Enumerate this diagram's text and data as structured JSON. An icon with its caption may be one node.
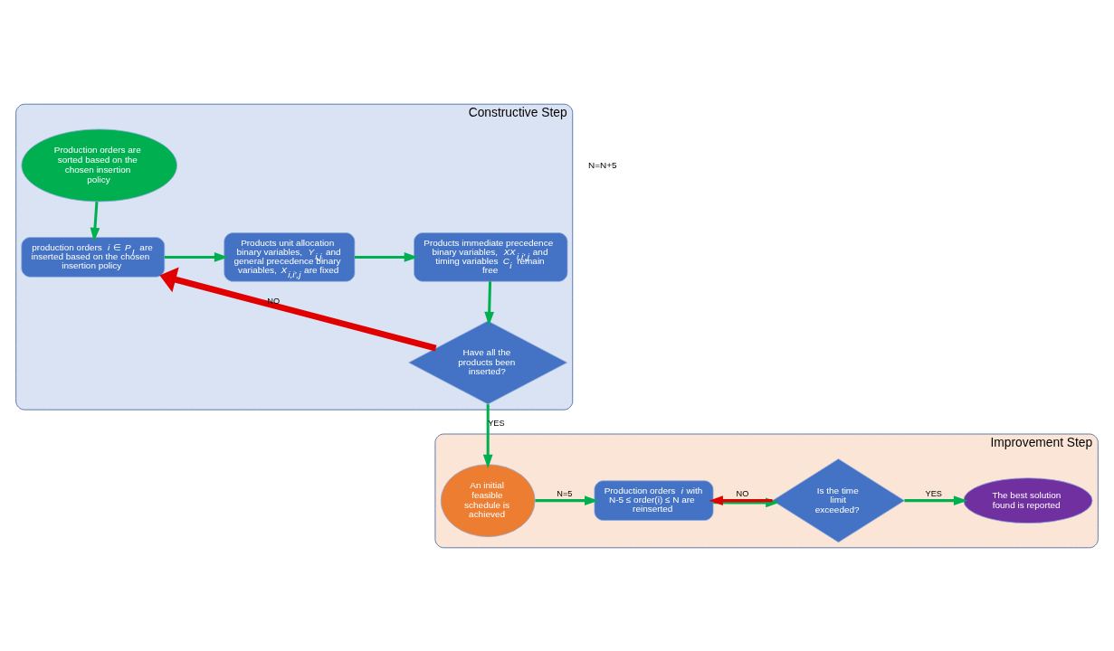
{
  "diagram": {
    "nodes": [
      {
        "text": [
          "Constructive Step"
        ]
      },
      {
        "text": [
          "Production orders are sorted based on the chosen insertion policy"
        ],
        "in": 0
      },
      {
        "text": [
          "production orders *i* ∈ *P*$_{I}$ are inserted based on the chosen insertion policy"
        ],
        "in": 0
      },
      {
        "text": [
          "Products unit allocation binary variables, *Y*$_{i,j}$ and general precedence binary variables, *X*$_{i,i′,j}$ are fixed"
        ],
        "in": 0
      },
      {
        "text": [
          "Products immediate precedence binary variables, *XX*$_{i,i′,j}$ and timing variables *C*$_{i}$ remain free"
        ],
        "in": 0
      },
      {
        "text": [
          "Have all the products been inserted?"
        ],
        "in": 0
      },
      {
        "text": [
          "Improvement Step"
        ]
      },
      {
        "text": [
          "An initial feasible schedule is achieved"
        ],
        "in": 6
      },
      {
        "text": [
          "Production orders *i* with N-5 ≤ order(i) ≤ N are reinserted"
        ],
        "in": 6
      },
      {
        "text": [
          "Is the time limit exceeded?"
        ],
        "in": 6
      },
      {
        "text": [
          "The best solution found is reported"
        ],
        "in": 6
      }
    ],
    "edges": [
      {
        "from": 1,
        "to": 2,
        "arrow": "to"
      },
      {
        "from": 2,
        "to": 3,
        "arrow": "to"
      },
      {
        "from": 3,
        "to": 4,
        "arrow": "to"
      },
      {
        "from": 4,
        "to": 5,
        "arrow": "to"
      },
      {
        "from": 5,
        "to": 2,
        "arrow": "to",
        "label": "NO",
        "style": "thick",
        "color": "#e00000"
      },
      {
        "from": 5,
        "to": 7,
        "arrow": "to",
        "label": "YES"
      },
      {
        "from": 7,
        "to": 8,
        "arrow": "to",
        "label": "N=5"
      },
      {
        "from": 8,
        "to": 9,
        "arrow": "to"
      },
      {
        "from": 9,
        "to": 8,
        "arrow": "to",
        "label": "NO",
        "color": "#e00000"
      },
      {
        "from": 9,
        "to": 10,
        "arrow": "to",
        "label": "YES"
      }
    ],
    "labels": [
      "N=N+5"
    ]
  }
}
